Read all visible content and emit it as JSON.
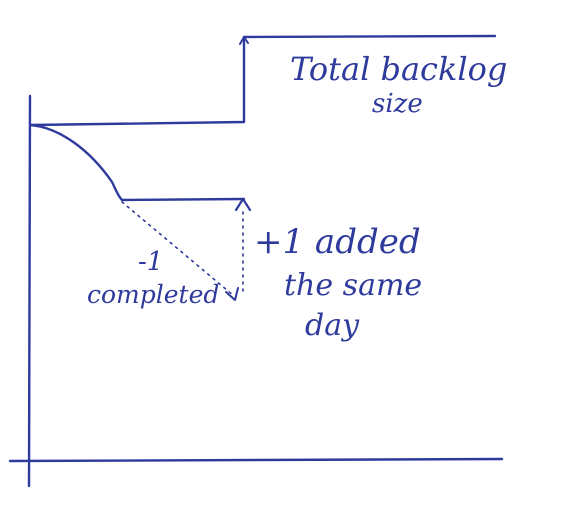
{
  "diagram": {
    "ink_color": "#2e3a9c",
    "labels": {
      "backlog_title_line1": "Total backlog",
      "backlog_title_line2": "size",
      "completed_count": "-1",
      "completed_word": "completed",
      "added_line1": "+1 added",
      "added_line2": "the same",
      "added_line3": "day"
    }
  }
}
